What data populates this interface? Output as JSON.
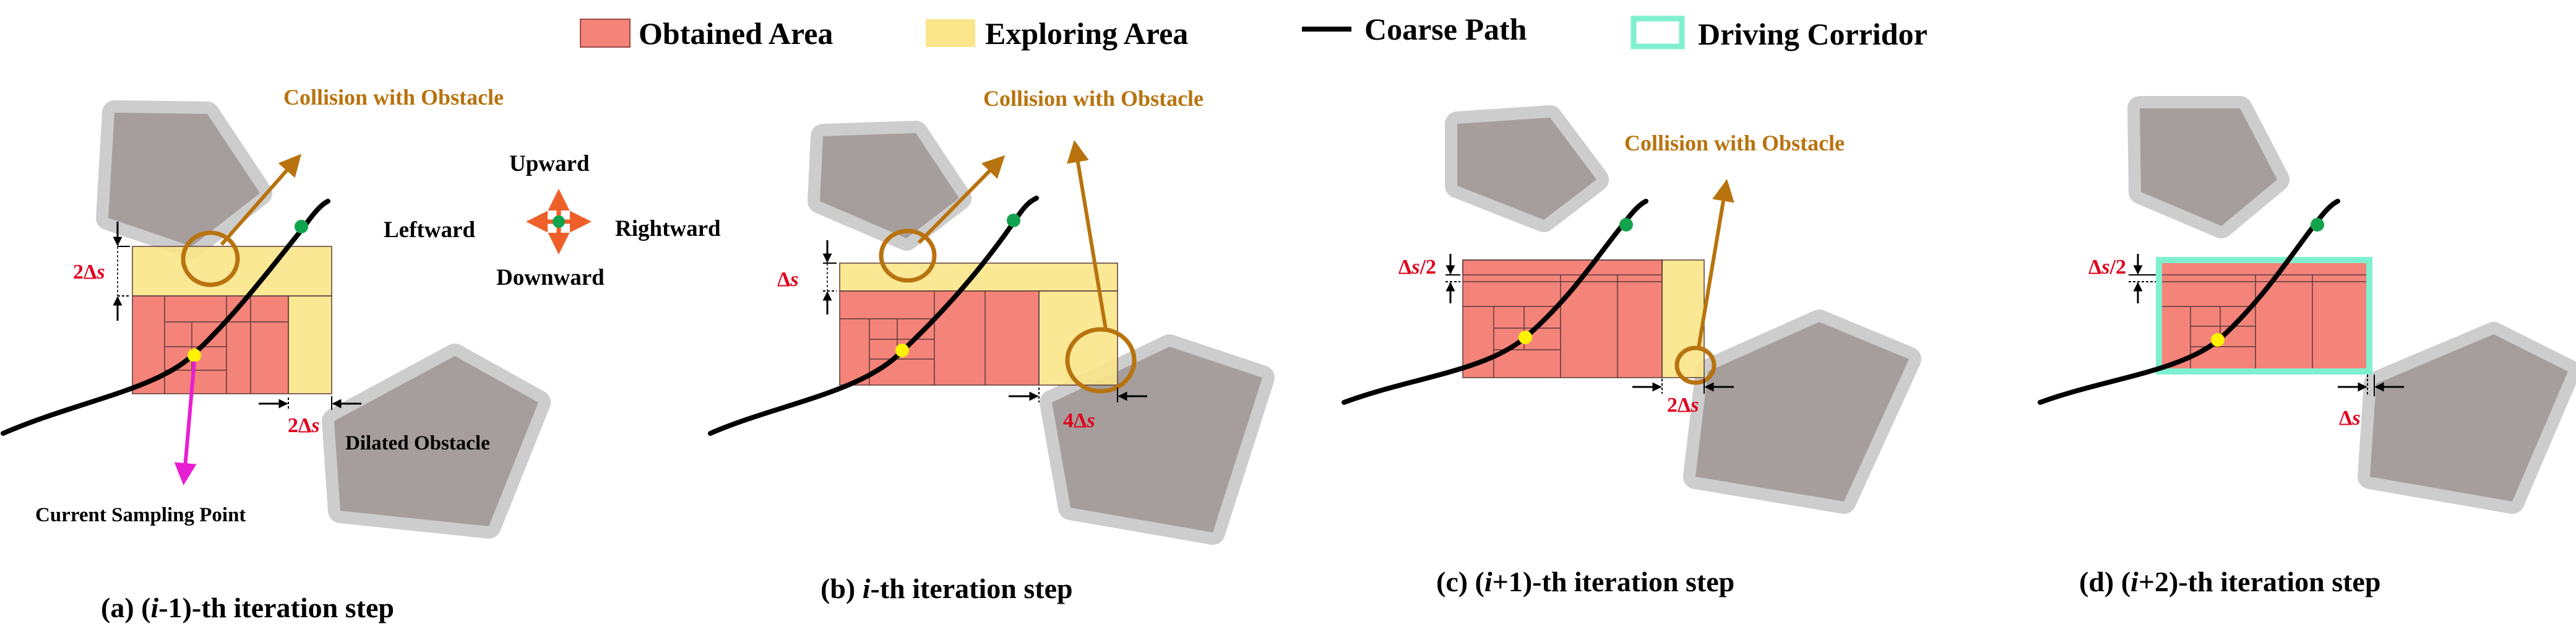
{
  "legend": {
    "obtained": "Obtained Area",
    "exploring": "Exploring Area",
    "coarse_path": "Coarse Path",
    "corridor": "Driving Corridor"
  },
  "captions": [
    {
      "prefix": "(a) (",
      "italic": "i",
      "suffix": "-1)-th iteration step"
    },
    {
      "prefix": "(b) ",
      "italic": "i",
      "suffix": "-th iteration step"
    },
    {
      "prefix": "(c) (",
      "italic": "i",
      "suffix": "+1)-th iteration step"
    },
    {
      "prefix": "(d) (",
      "italic": "i",
      "suffix": "+2)-th iteration step"
    }
  ],
  "collision_label": "Collision with Obstacle",
  "directions": {
    "up": "Upward",
    "left": "Leftward",
    "right": "Rightward",
    "down": "Downward"
  },
  "labels": {
    "dilated_obstacle": "Dilated Obstacle",
    "current_sampling_point": "Current Sampling Point"
  },
  "deltas": {
    "a_vertical": {
      "coef": "2",
      "sym": "Δ",
      "var": "s",
      "den": ""
    },
    "a_horizontal": {
      "coef": "2",
      "sym": "Δ",
      "var": "s",
      "den": ""
    },
    "b_vertical": {
      "coef": "",
      "sym": "Δ",
      "var": "s",
      "den": ""
    },
    "b_horizontal": {
      "coef": "4",
      "sym": "Δ",
      "var": "s",
      "den": ""
    },
    "c_vertical": {
      "coef": "",
      "sym": "Δ",
      "var": "s",
      "den": "/2"
    },
    "c_horizontal": {
      "coef": "2",
      "sym": "Δ",
      "var": "s",
      "den": ""
    },
    "d_vertical": {
      "coef": "",
      "sym": "Δ",
      "var": "s",
      "den": "/2"
    },
    "d_horizontal": {
      "coef": "",
      "sym": "Δ",
      "var": "s",
      "den": ""
    }
  },
  "colors": {
    "obtained": "#F4837A",
    "exploring": "#FAE58A",
    "corridor": "#7FF0CF",
    "obstacle_dilated": "#CDCDCD",
    "obstacle_core": "#A59E9C",
    "collision": "#B8730E",
    "delta_text": "#E0001E",
    "direction_arrow": "#EE5F2A",
    "sampling_arrow": "#E81ED2",
    "goal_point": "#12A34E",
    "sampling_point": "#FFF200"
  }
}
